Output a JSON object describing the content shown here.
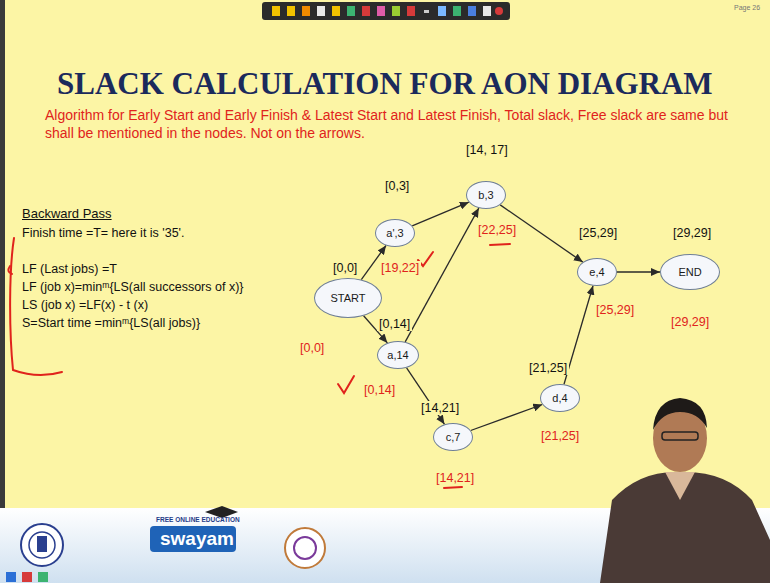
{
  "diagram": {
    "title": "SLACK CALCULATION FOR AON DIAGRAM",
    "nodes": [
      {
        "text": [
          "[0,0]",
          "START",
          "[0,0]"
        ]
      },
      {
        "text": [
          "[0,3]",
          "a',3",
          "[19,22]"
        ]
      },
      {
        "text": [
          "[0,14]",
          "a,14",
          "[0,14]"
        ]
      },
      {
        "text": [
          "[14, 17]",
          "b,3",
          "[22,25]"
        ]
      },
      {
        "text": [
          "[14,21]",
          "c,7",
          "[14,21]"
        ]
      },
      {
        "text": [
          "[21,25]",
          "d,4",
          "[21,25]"
        ]
      },
      {
        "text": [
          "[25,29]",
          "e,4",
          "[25,29]"
        ]
      },
      {
        "text": [
          "[29,29]",
          "END",
          "[29,29]"
        ]
      }
    ],
    "edges": [
      {
        "from": 0,
        "to": 1,
        "arrow": "to"
      },
      {
        "from": 0,
        "to": 2,
        "arrow": "to"
      },
      {
        "from": 1,
        "to": 3,
        "arrow": "to"
      },
      {
        "from": 2,
        "to": 3,
        "arrow": "to"
      },
      {
        "from": 2,
        "to": 4,
        "arrow": "to"
      },
      {
        "from": 3,
        "to": 6,
        "arrow": "to"
      },
      {
        "from": 4,
        "to": 5,
        "arrow": "to"
      },
      {
        "from": 5,
        "to": 6,
        "arrow": "to"
      },
      {
        "from": 6,
        "to": 7,
        "arrow": "to"
      }
    ],
    "labels": [
      "Page 26",
      "Algorithm for Early Start and Early Finish & Latest Start and Latest Finish, Total slack, Free slack are same but shall be mentioned in the nodes. Not on the arrows.",
      "Backward Pass",
      "Finish time =T= here it is '35'.",
      "LF (Last jobs) =T",
      "LF (job x)=minᵐ{LS(all successors of x)}",
      "LS (job x) =LF(x) - t (x)",
      "S=Start time =minᵐ{LS(all jobs)}",
      "FREE ONLINE EDUCATION",
      "swayam"
    ]
  }
}
